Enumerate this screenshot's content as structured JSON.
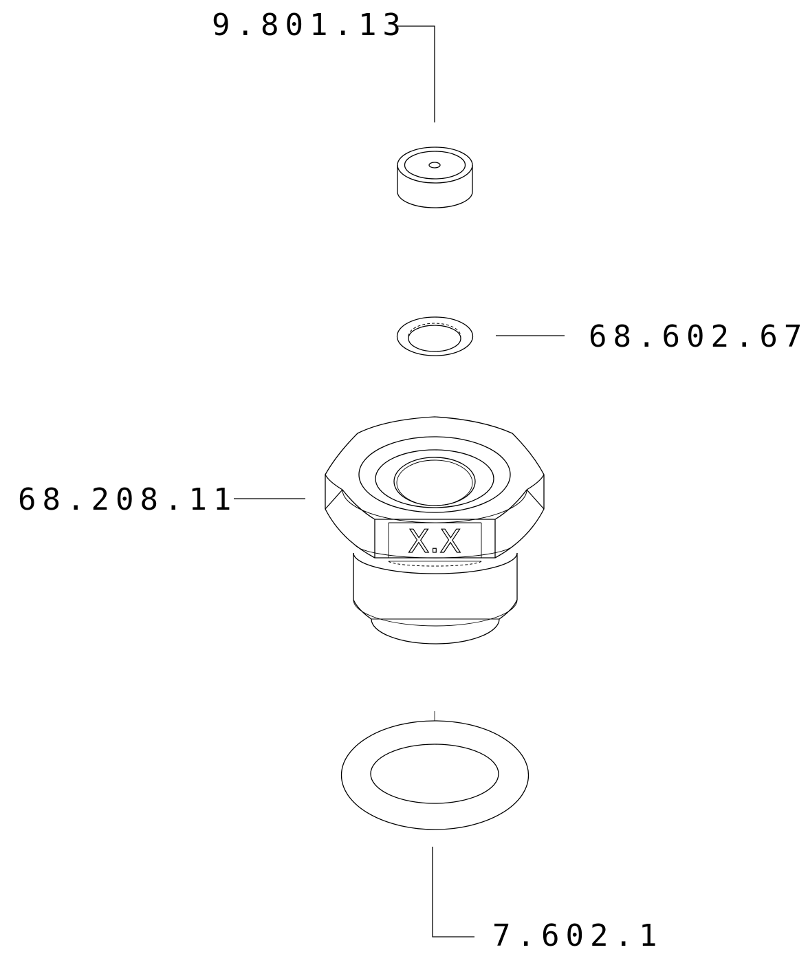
{
  "parts": [
    {
      "part_number": "9.801.13"
    },
    {
      "part_number": "68.602.67"
    },
    {
      "part_number": "68.208.11",
      "marking": "X.X"
    },
    {
      "part_number": "7.602.1"
    }
  ],
  "colors": {
    "line": "#000000",
    "background": "#ffffff"
  }
}
